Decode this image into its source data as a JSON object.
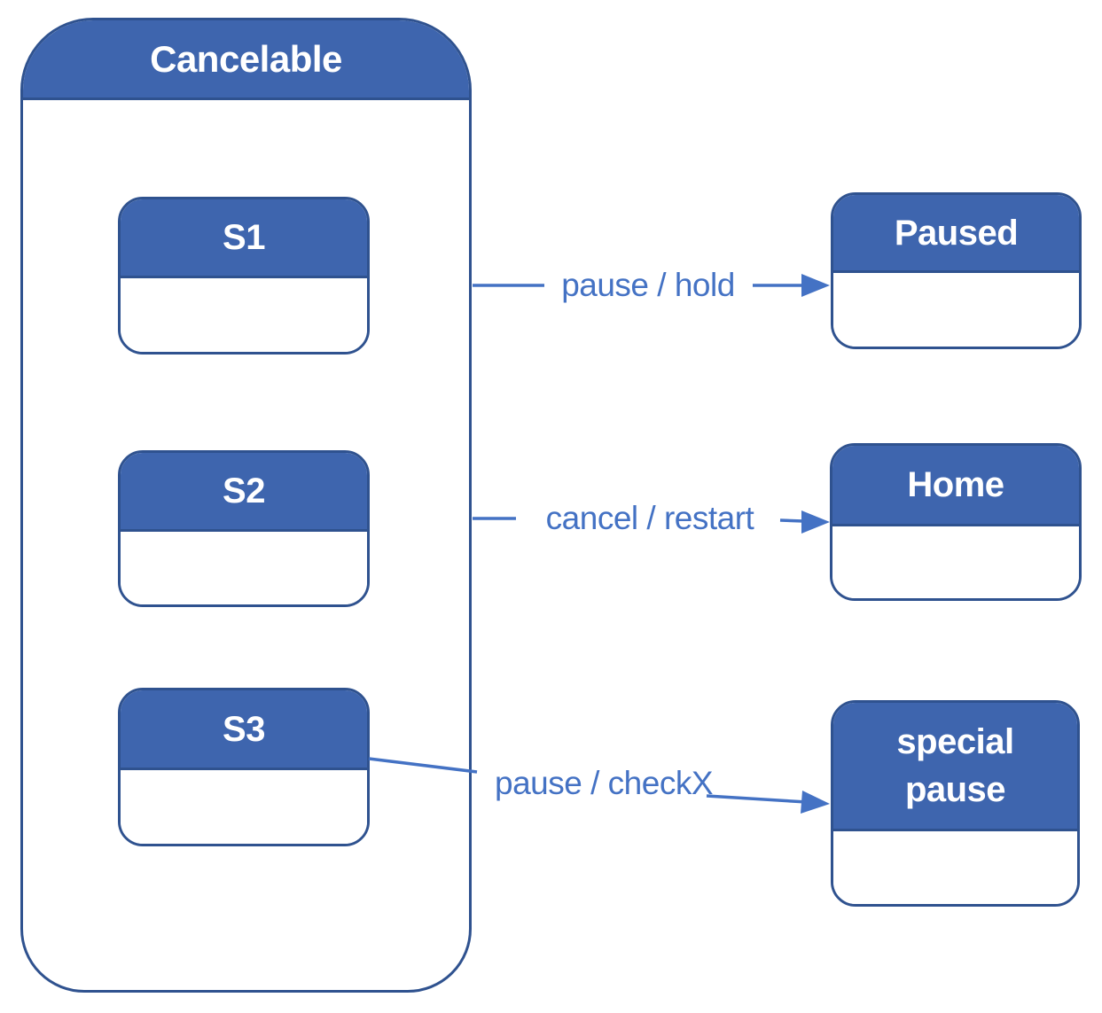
{
  "colors": {
    "state_fill": "#3E65AE",
    "state_border": "#2F528F",
    "transition_blue": "#4472C4",
    "state_title_text": "#FFFFFF",
    "background": "#FFFFFF"
  },
  "diagram": {
    "type": "uml-state-diagram",
    "composite": {
      "title": "Cancelable",
      "states": [
        {
          "label": "S1"
        },
        {
          "label": "S2"
        },
        {
          "label": "S3"
        }
      ]
    },
    "external_states": [
      {
        "label": "Paused"
      },
      {
        "label": "Home"
      },
      {
        "line1": "special",
        "line2": "pause"
      }
    ],
    "transitions": [
      {
        "from": "Cancelable",
        "to": "Paused",
        "label": "pause / hold"
      },
      {
        "from": "Cancelable",
        "to": "Home",
        "label": "cancel / restart"
      },
      {
        "from": "S3",
        "to": "special pause",
        "label": "pause / checkX"
      }
    ]
  }
}
